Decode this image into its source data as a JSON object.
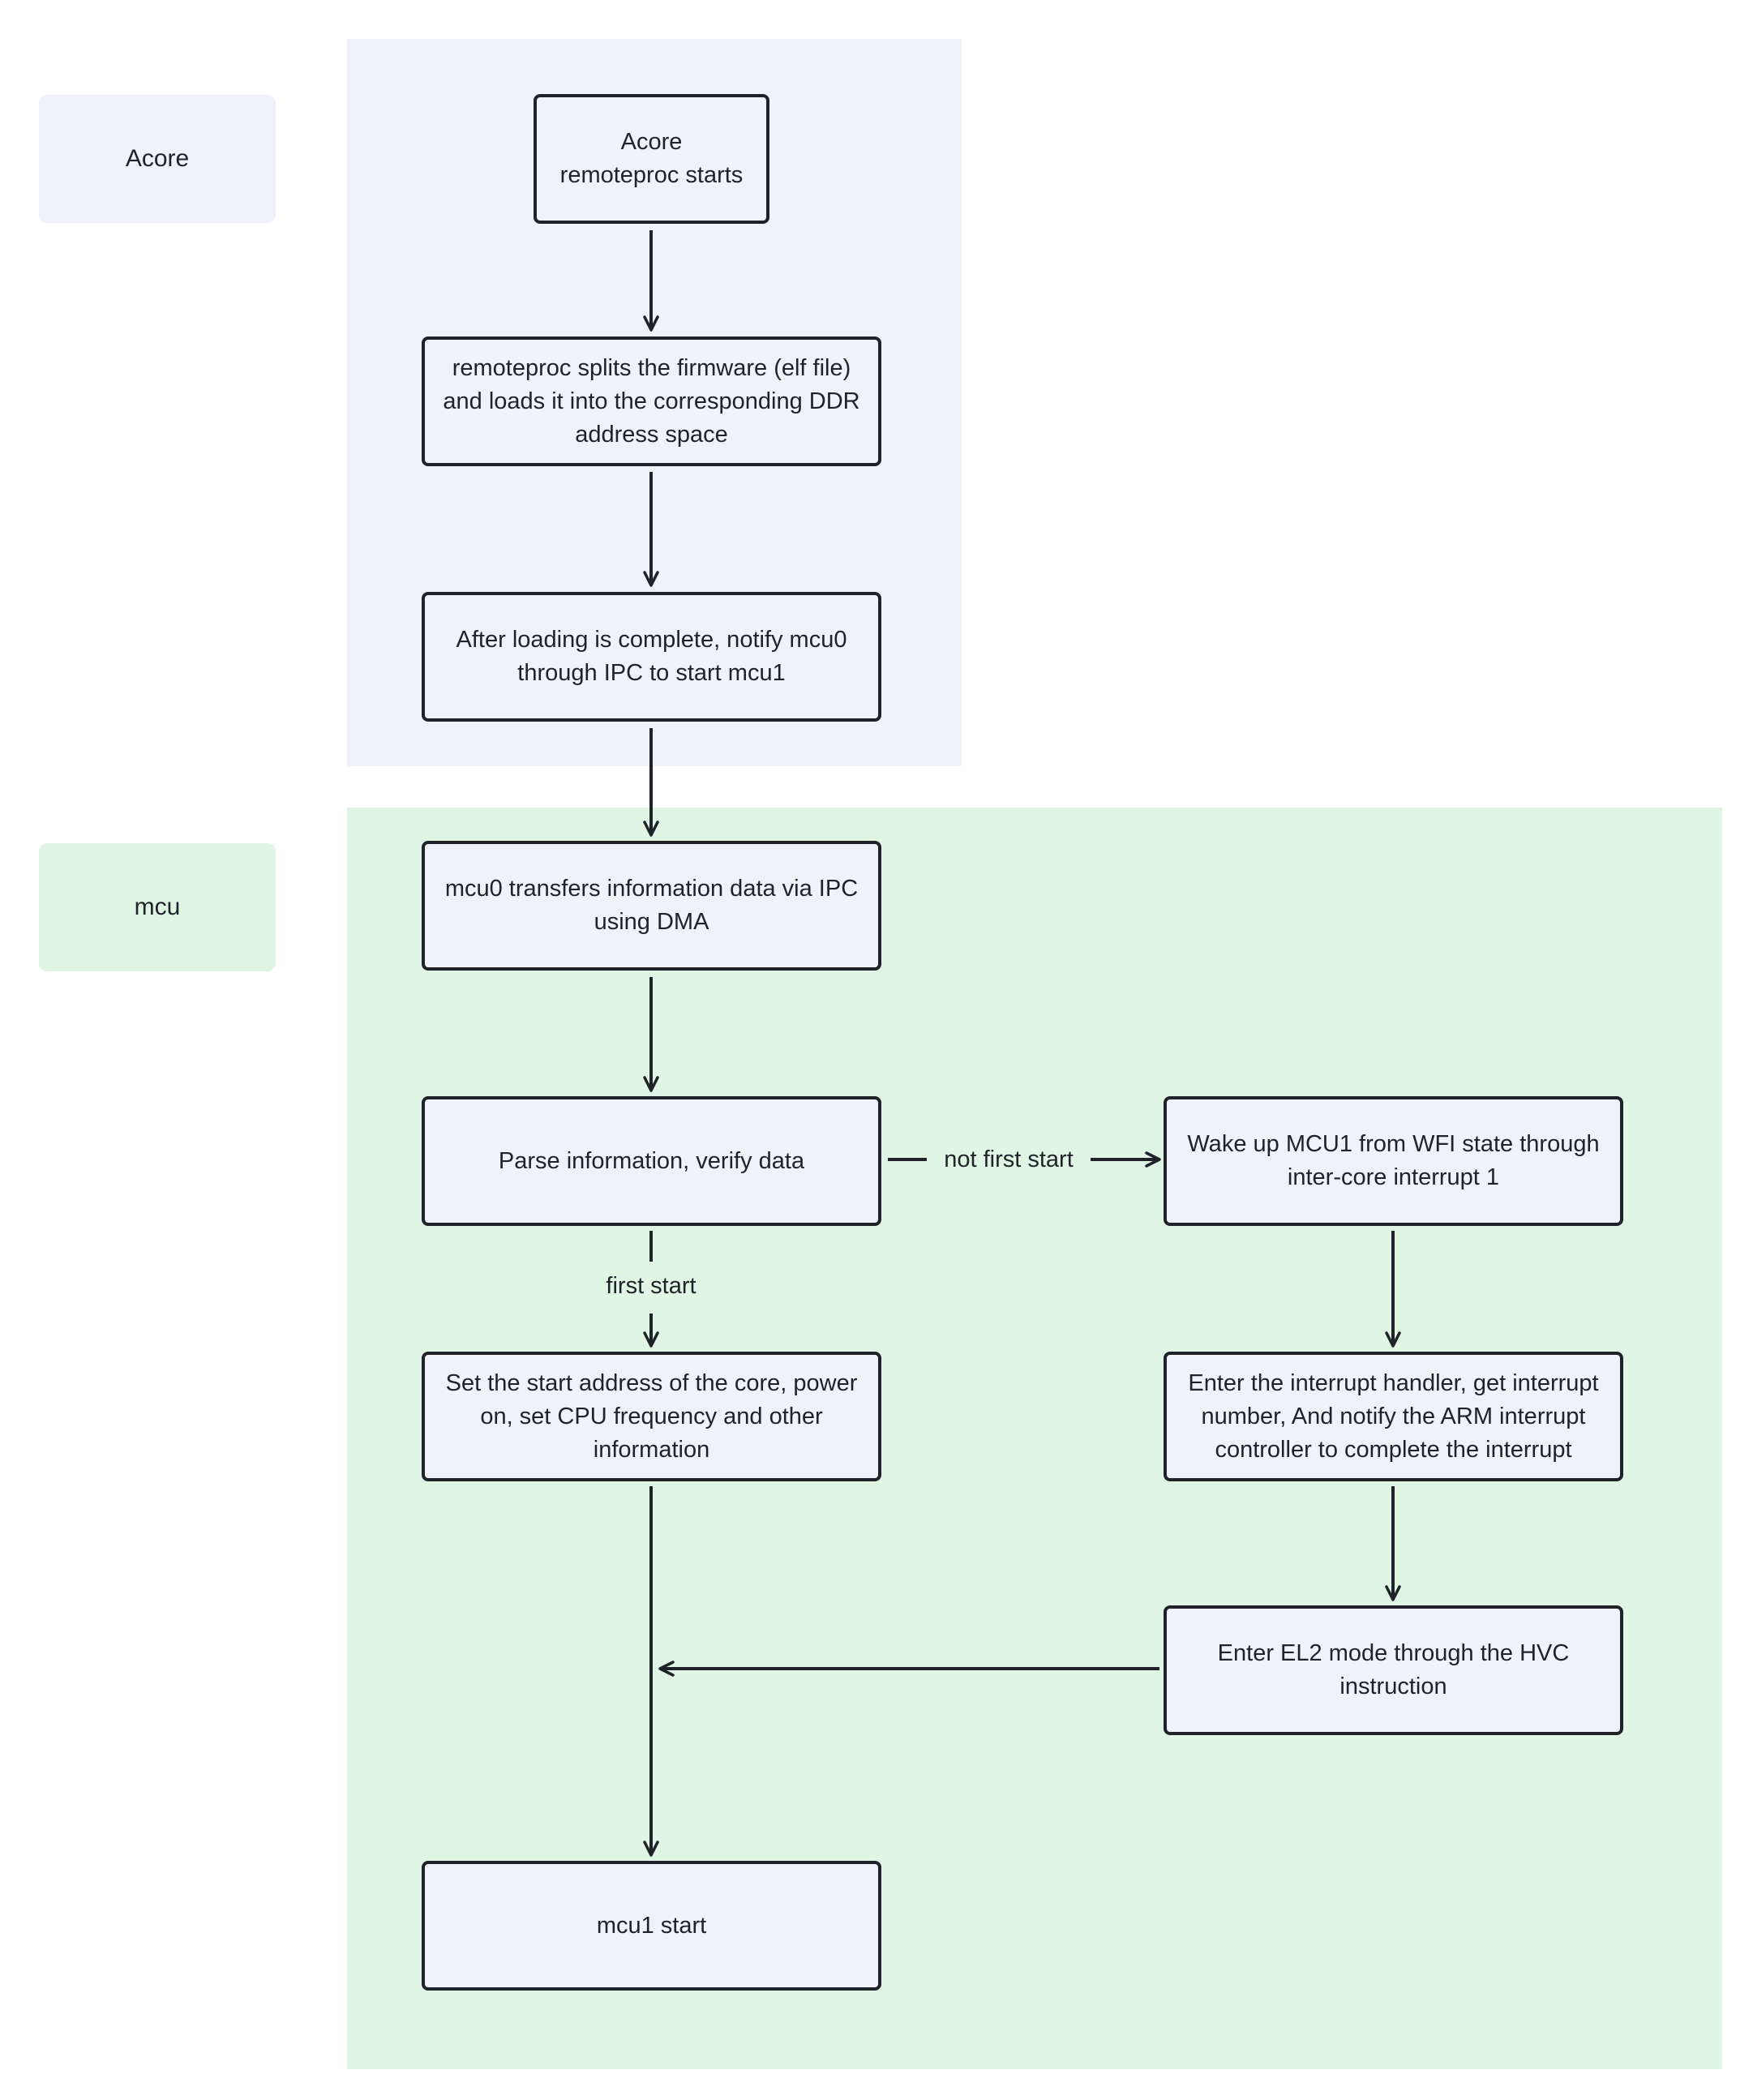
{
  "lanes": {
    "acore": "Acore",
    "mcu": "mcu"
  },
  "nodes": {
    "acore_start": "Acore\nremoteproc starts",
    "split_firmware": "remoteproc splits the firmware (elf file)\nand loads it into the corresponding DDR\naddress space",
    "notify_mcu0": "After loading is complete, notify mcu0\nthrough IPC to start mcu1",
    "transfer_info": "mcu0 transfers information data via IPC\nusing DMA",
    "parse_verify": "Parse information, verify data",
    "wake_up": "Wake up MCU1 from WFI state through\ninter-core interrupt 1",
    "set_start": "Set the start address of the core, power\non, set CPU frequency and other\ninformation",
    "interrupt_handler": "Enter the interrupt handler, get interrupt\nnumber, And notify the ARM interrupt\ncontroller to complete the interrupt",
    "enter_el2": "Enter EL2 mode through the HVC\ninstruction",
    "mcu1_start": "mcu1 start"
  },
  "edges": {
    "not_first_start": "not first start",
    "first_start": "first start"
  },
  "colors": {
    "acore_lane": "#eff2f8",
    "mcu_lane": "#e0f5e4",
    "node_fill": "#eff2f8",
    "stroke": "#1f2329"
  }
}
